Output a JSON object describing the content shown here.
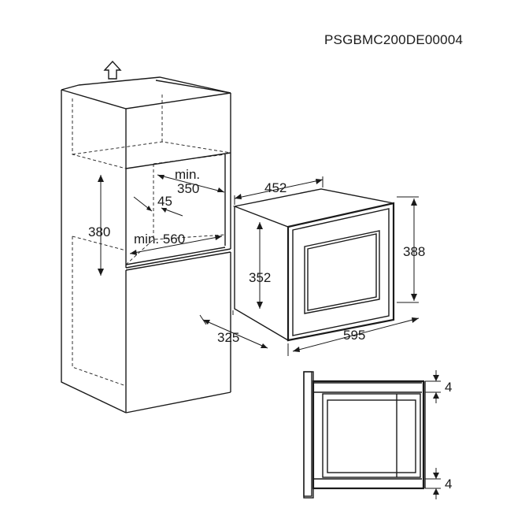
{
  "model_code": "PSGBMC200DE00004",
  "icons": {
    "up_arrow": "up-arrow-icon"
  },
  "dimensions": {
    "niche_min_depth_prefix": "min.",
    "niche_min_depth_value": "350",
    "niche_gap": "45",
    "niche_height": "380",
    "niche_min_width": "min. 560",
    "appliance_width_top": "452",
    "appliance_height_front": "388",
    "appliance_inner_height": "352",
    "appliance_depth": "325",
    "appliance_width_front": "595",
    "frame_gap_top": "4",
    "frame_gap_bottom": "4"
  }
}
